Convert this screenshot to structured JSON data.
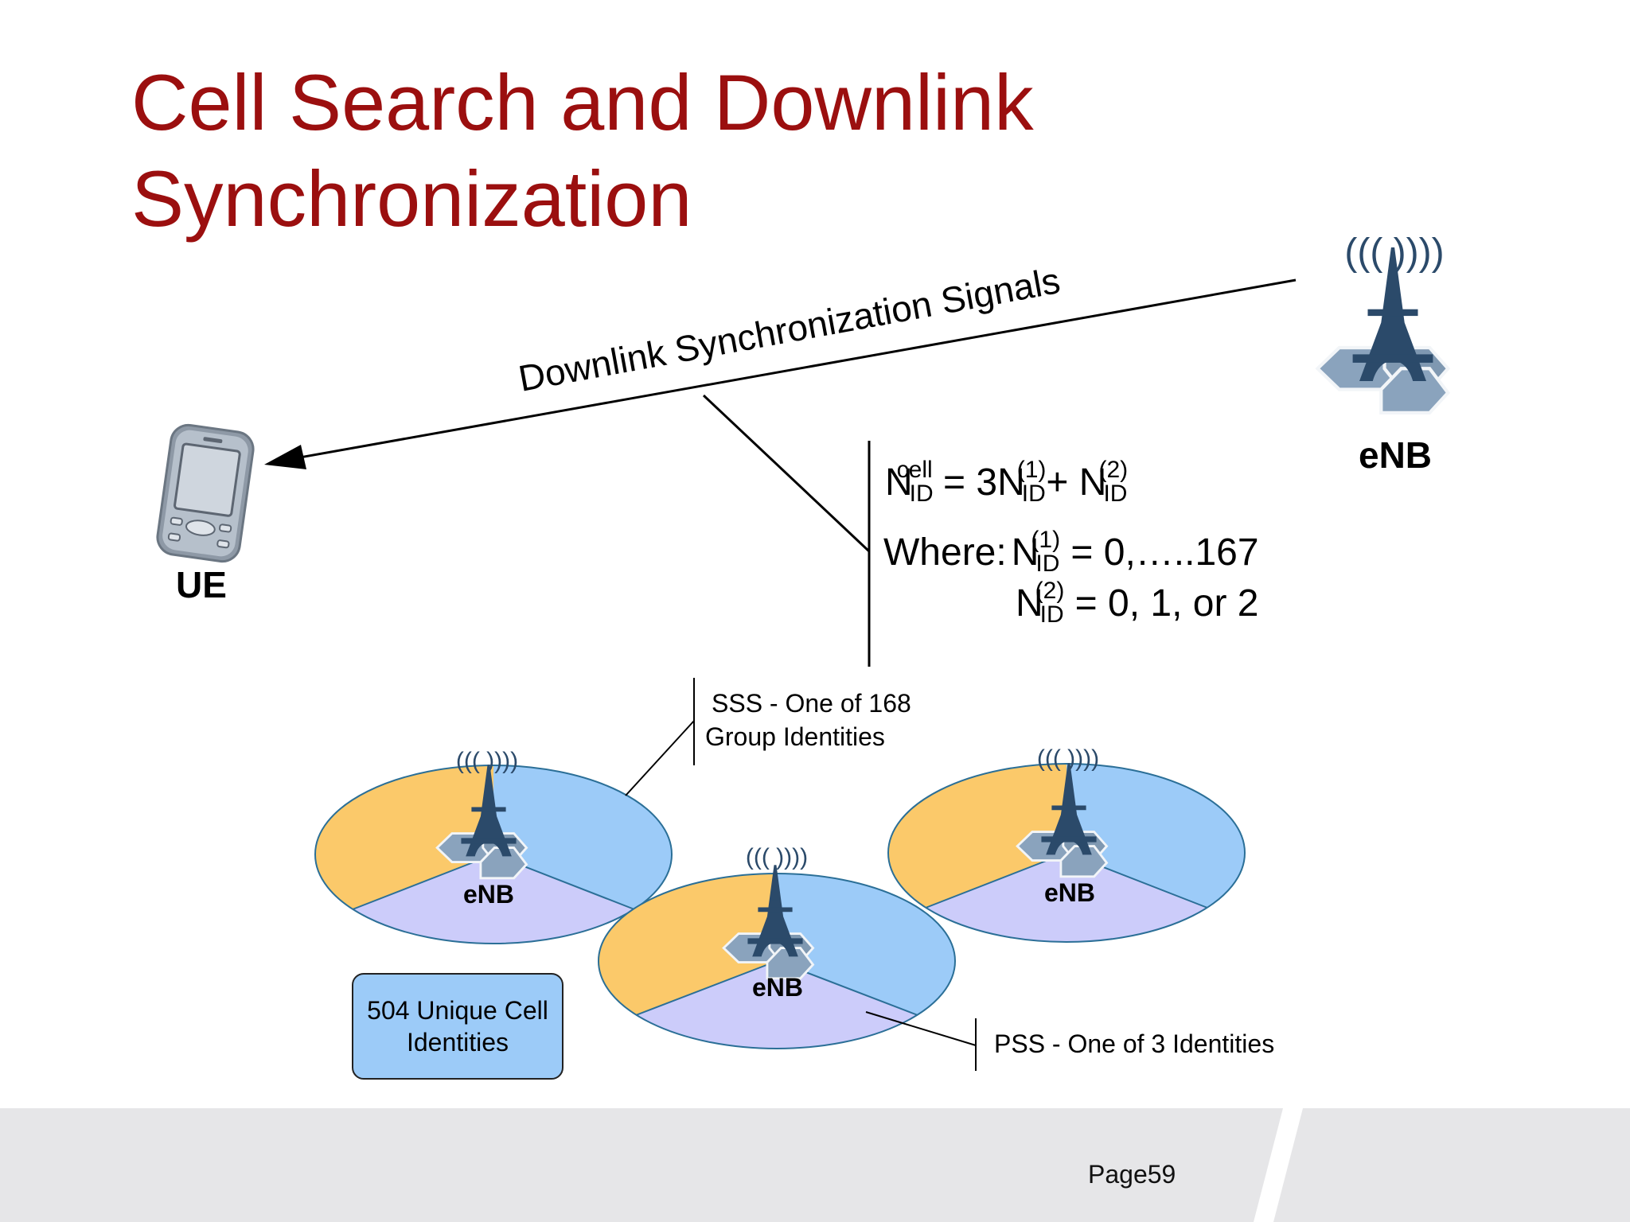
{
  "slide": {
    "title_line1": "Cell Search and Downlink",
    "title_line2": "Synchronization",
    "page_label": "Page59"
  },
  "diagram": {
    "signal_label": "Downlink Synchronization Signals",
    "ue_label": "UE",
    "enb_main_label": "eNB",
    "enb_left_label": "eNB",
    "enb_center_label": "eNB",
    "enb_right_label": "eNB",
    "formula": {
      "n": "N",
      "id": "ID",
      "cell": "cell",
      "sup1": "(1)",
      "sup2": "(2)",
      "equals_three_n": " = 3N",
      "plus_n": "+ N",
      "where": "Where:",
      "range1": " = 0,…..167",
      "range2": " = 0, 1, or 2"
    },
    "sss_line1": "SSS - One of 168",
    "sss_line2": "Group Identities",
    "pss_label": "PSS - One of 3 Identities",
    "unique_line1": "504 Unique Cell",
    "unique_line2": "Identities",
    "radio_wave_glyph": "((( ))))",
    "colors": {
      "title": "#9b0f0f",
      "sector_orange": "#fbc96a",
      "sector_blue": "#9ccbf8",
      "sector_lavender": "#ccccfa",
      "tower": "#2b4a6a",
      "hex": "#8aa3bd",
      "footer": "#e6e6e8"
    }
  }
}
